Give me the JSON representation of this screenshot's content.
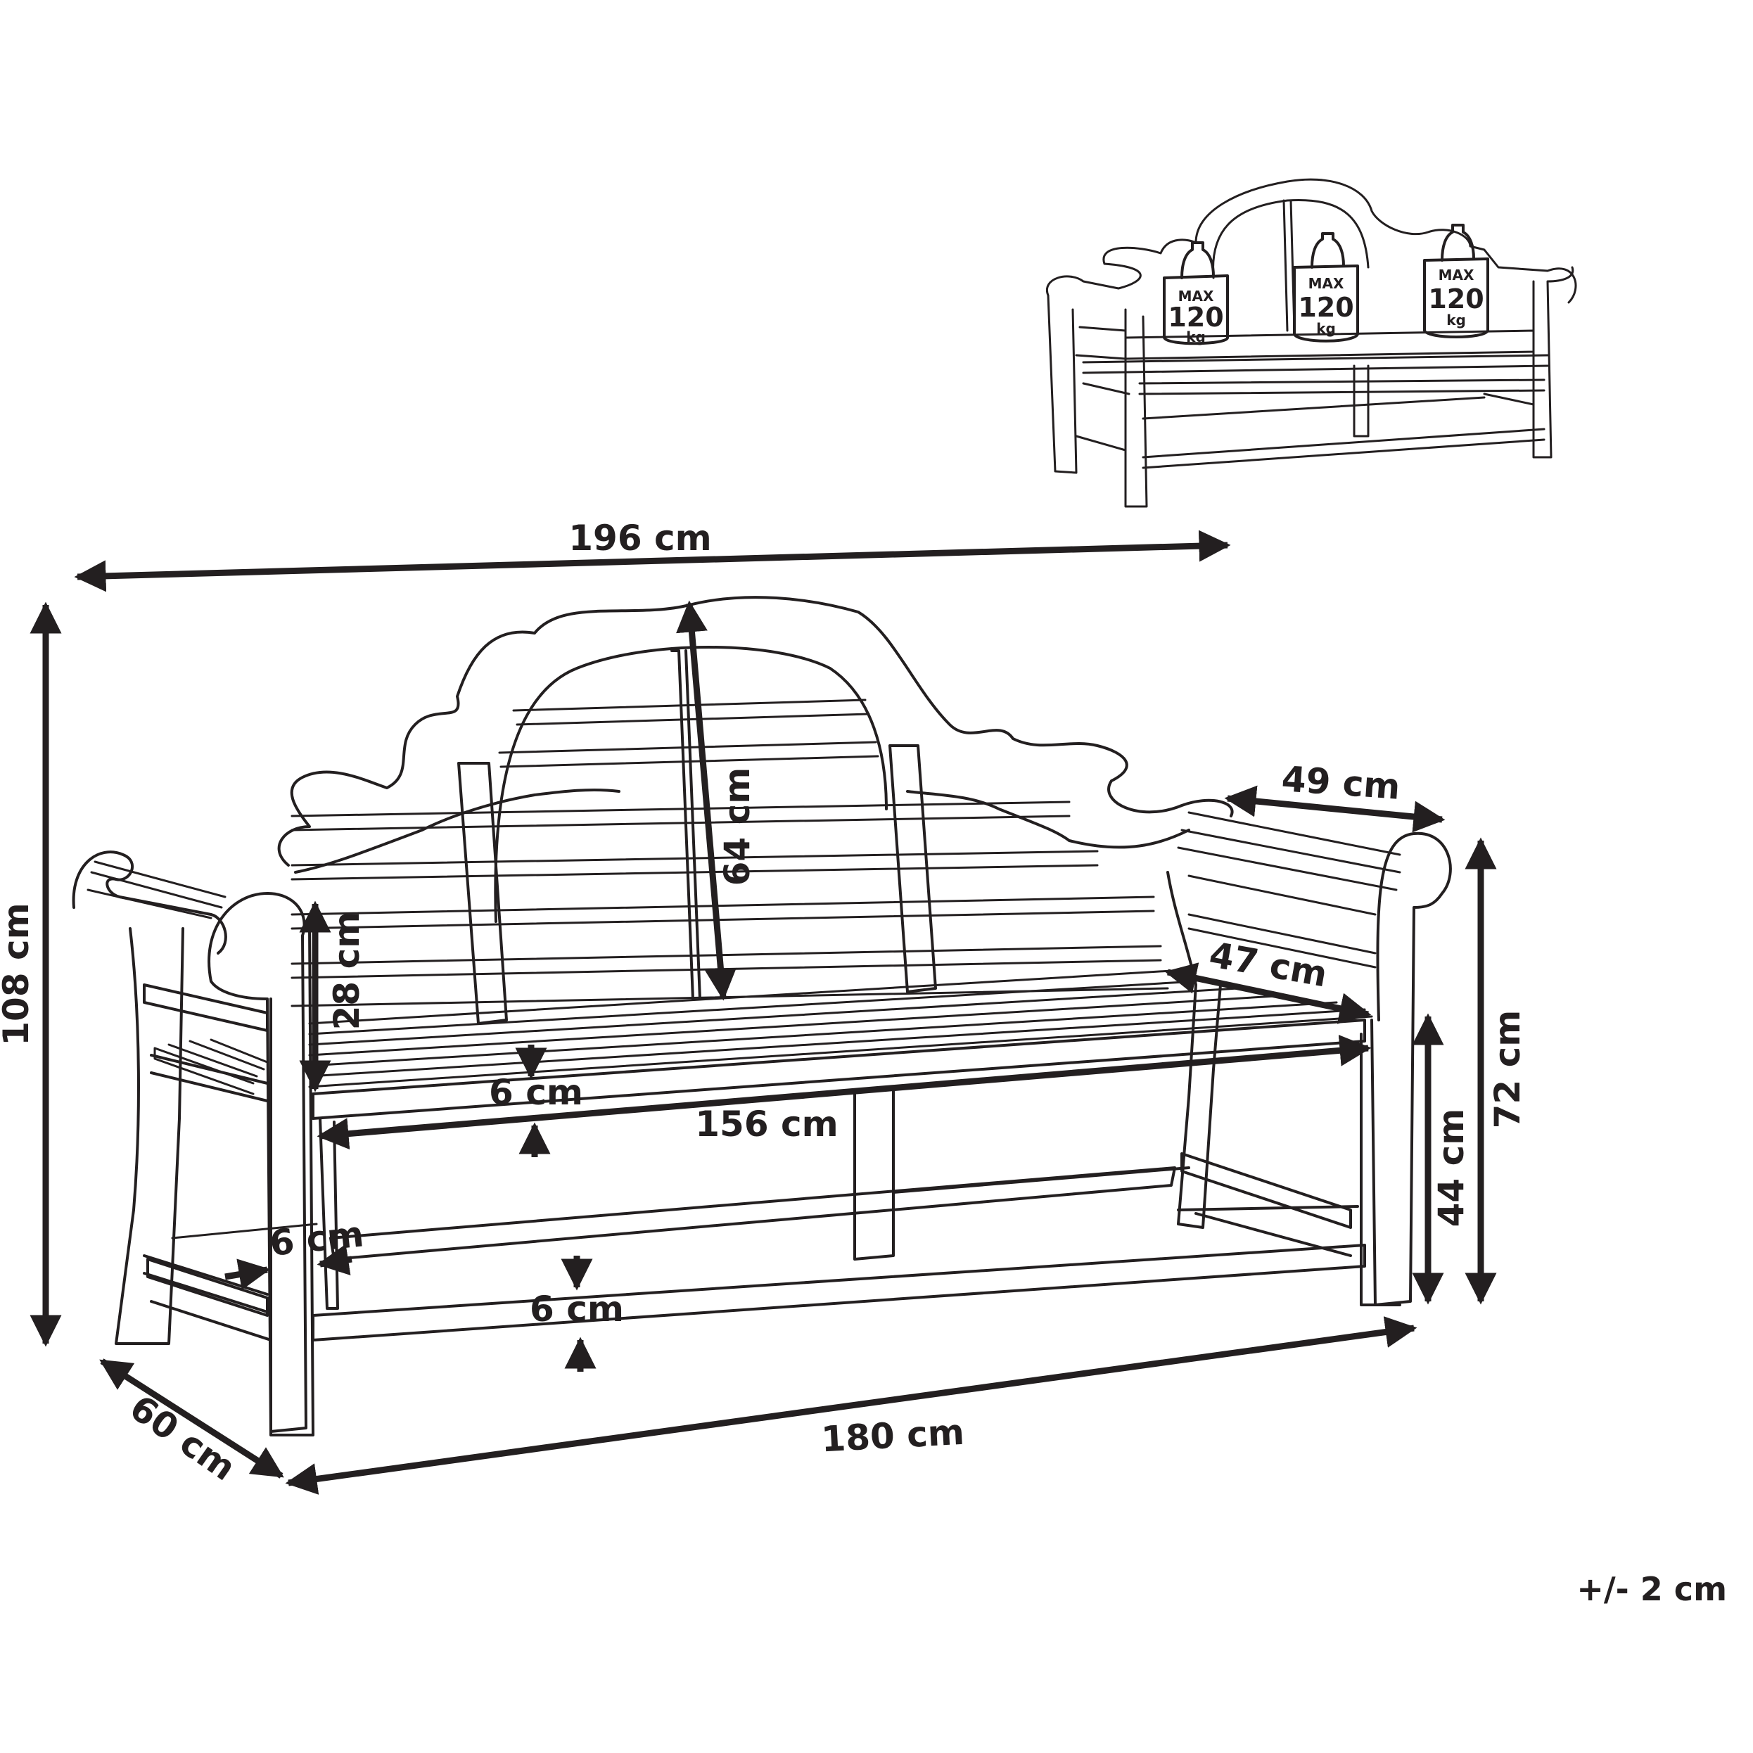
{
  "dimensions": {
    "overall_width": "196 cm",
    "overall_height": "108 cm",
    "backrest_height": "64 cm",
    "armrest_depth": "49 cm",
    "armrest_height": "72 cm",
    "seat_depth": "47 cm",
    "seat_to_armrest": "28 cm",
    "seat_height": "44 cm",
    "seat_frame_thickness": "6 cm",
    "seat_width": "156  cm",
    "stretcher_thickness_side": "6 cm",
    "stretcher_thickness_front": "6 cm",
    "length": "180 cm",
    "depth": "60 cm"
  },
  "tolerance": "+/- 2 cm",
  "load_weights": [
    {
      "max": "MAX",
      "value": "120",
      "unit": "kg"
    },
    {
      "max": "MAX",
      "value": "120",
      "unit": "kg"
    },
    {
      "max": "MAX",
      "value": "120",
      "unit": "kg"
    }
  ]
}
